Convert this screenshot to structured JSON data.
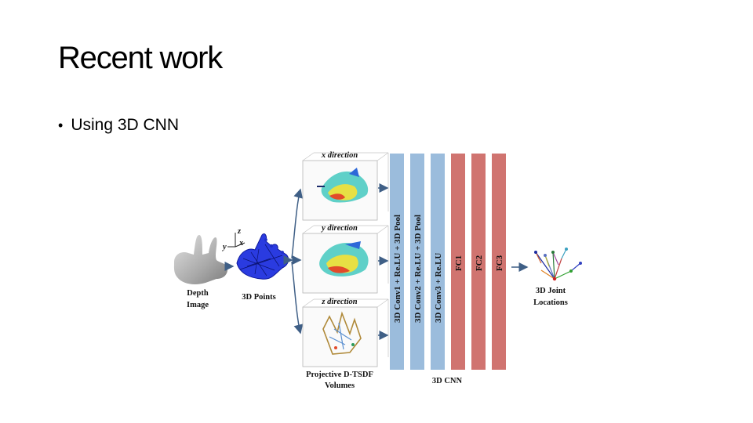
{
  "slide": {
    "title": "Recent work",
    "bullets": [
      "Using 3D CNN"
    ]
  },
  "diagram": {
    "inputs": {
      "depth_image_line1": "Depth",
      "depth_image_line2": "Image",
      "points_label": "3D Points",
      "axis_z": "z",
      "axis_x": "x",
      "axis_y": "y"
    },
    "projections": {
      "x_label": "x direction",
      "y_label": "y direction",
      "z_label": "z direction",
      "caption_line1": "Projective D-TSDF",
      "caption_line2": "Volumes"
    },
    "cnn": {
      "layers": [
        {
          "label": "3D Conv1 + Re.LU + 3D Pool",
          "color": "#9bbcdc"
        },
        {
          "label": "3D Conv2 + Re.LU + 3D Pool",
          "color": "#9bbcdc"
        },
        {
          "label": "3D Conv3 + Re.LU",
          "color": "#9bbcdc"
        },
        {
          "label": "FC1",
          "color": "#d07470"
        },
        {
          "label": "FC2",
          "color": "#d07470"
        },
        {
          "label": "FC3",
          "color": "#d07470"
        }
      ],
      "caption": "3D CNN"
    },
    "output": {
      "label_line1": "3D Joint",
      "label_line2": "Locations"
    },
    "colors": {
      "arrow": "#3f5f86",
      "conv_layer": "#9bbcdc",
      "fc_layer": "#d07470",
      "points": "#1f2fc8"
    }
  }
}
